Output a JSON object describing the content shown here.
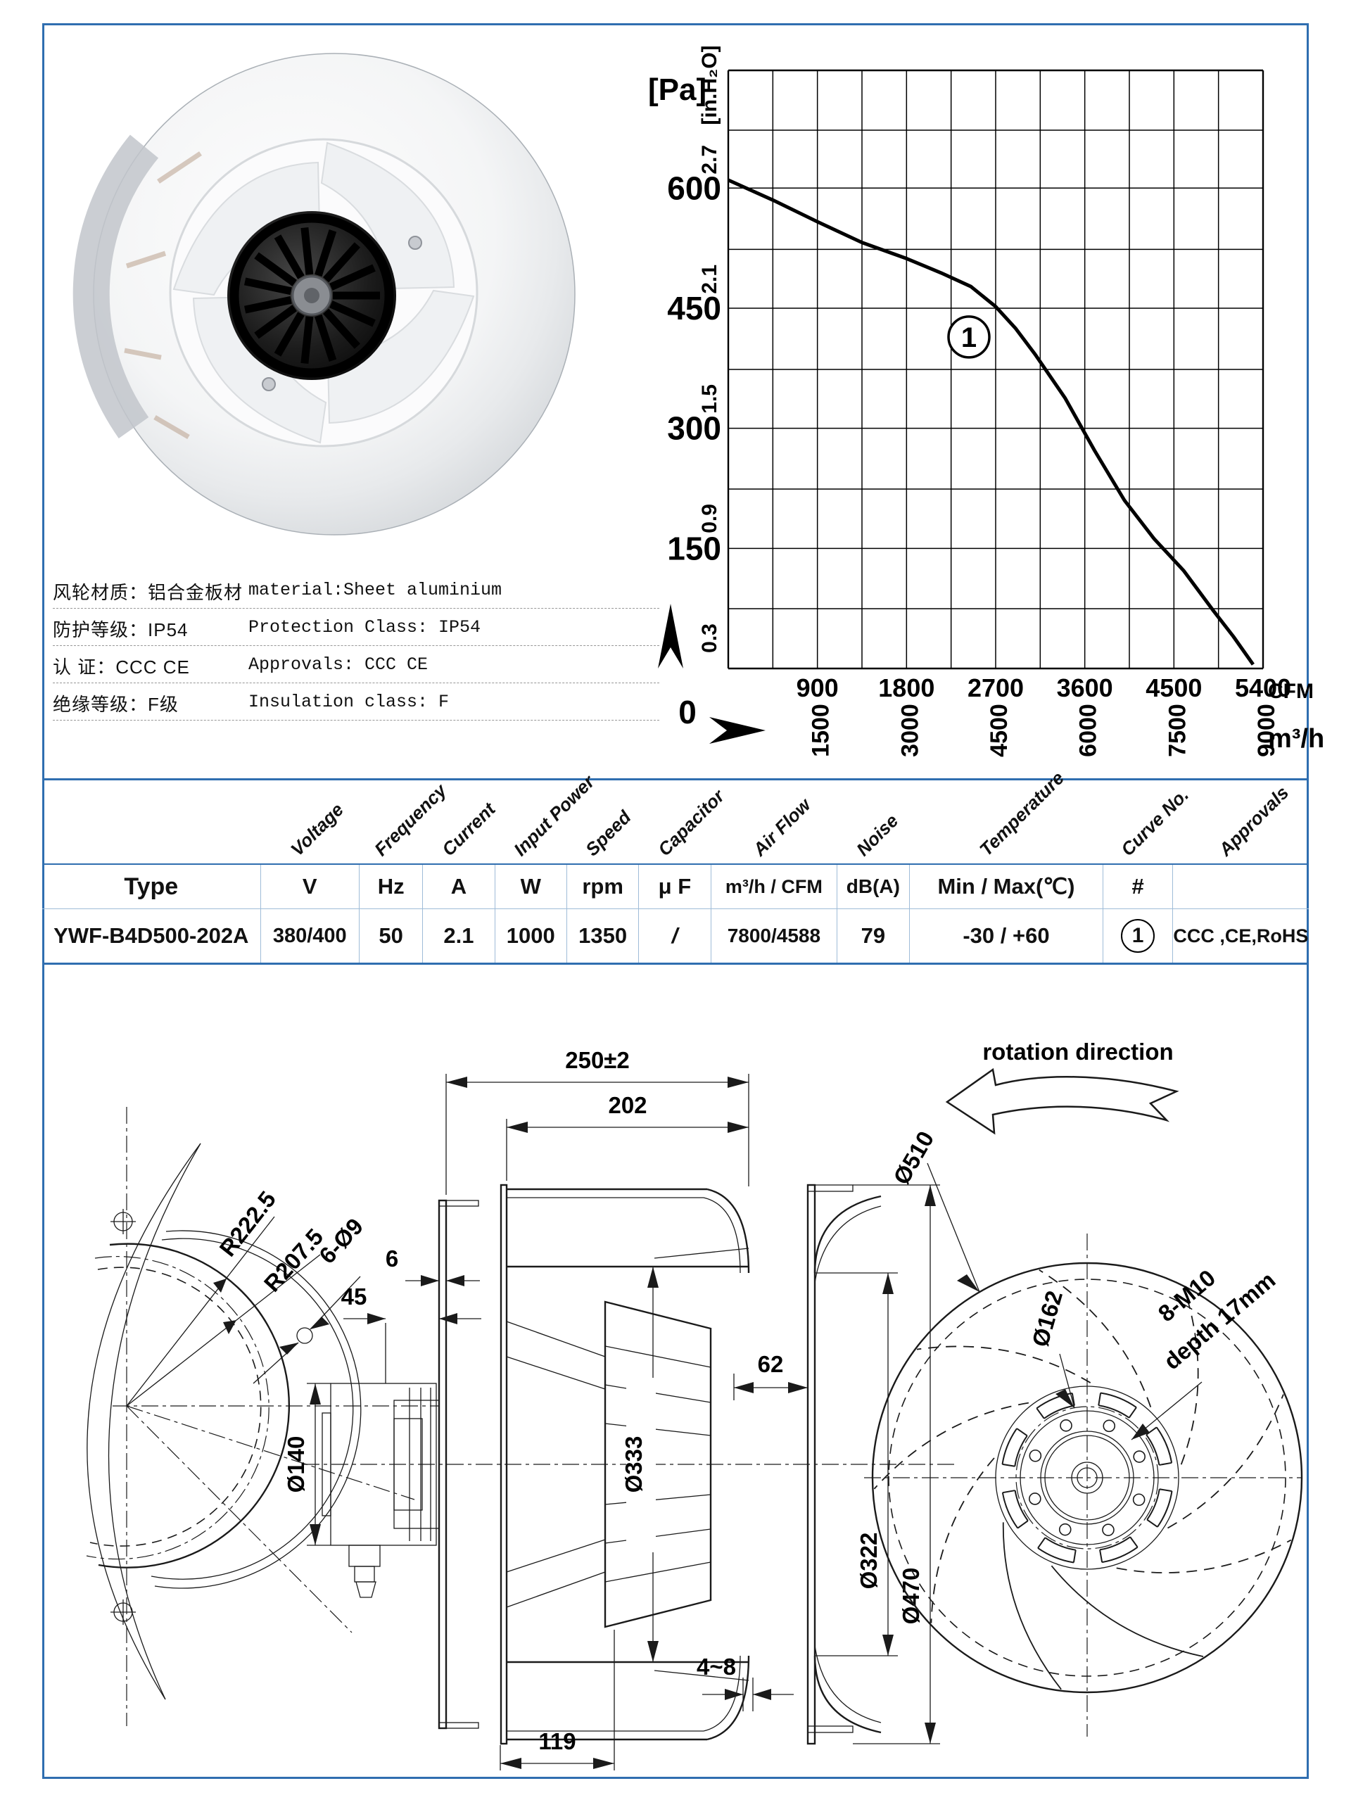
{
  "page": {
    "border_color": "#2f6eb0"
  },
  "photo": {
    "name": "centrifugal-fan-impeller-photo"
  },
  "specs": {
    "rows": [
      {
        "zh": "风轮材质：铝合金板材",
        "en": "material:Sheet aluminium"
      },
      {
        "zh": "防护等级：IP54",
        "en": "Protection Class: IP54"
      },
      {
        "zh": "认    证：CCC CE",
        "en": "Approvals: CCC  CE"
      },
      {
        "zh": "绝缘等级：F级",
        "en": "Insulation class: F"
      }
    ]
  },
  "chart_data": {
    "type": "line",
    "title": "",
    "y_left_label": "[Pa]",
    "y_right_label": "[in.H₂O]",
    "x_unit_cfm": "CFM",
    "x_unit_m3h": "m³/h",
    "zero_label": "0",
    "pa_ticks": [
      600,
      450,
      300,
      150
    ],
    "inh2o_ticks": [
      2.7,
      2.1,
      1.5,
      0.9,
      0.3
    ],
    "cfm_ticks": [
      900,
      1800,
      2700,
      3600,
      4500,
      5400
    ],
    "m3h_ticks": [
      1500,
      3000,
      4500,
      6000,
      7500,
      9000
    ],
    "xlim_cfm": [
      0,
      5400
    ],
    "ylim_pa": [
      0,
      747
    ],
    "h_gridlines_pa": [
      0,
      74.7,
      150,
      224.1,
      300,
      373.5,
      450,
      523.4,
      600,
      672.3,
      747
    ],
    "x_grid_step_cfm": 450,
    "grid": true,
    "series": [
      {
        "name": "curve-1",
        "points_cfm_pa": [
          [
            0,
            610
          ],
          [
            450,
            585
          ],
          [
            900,
            558
          ],
          [
            1350,
            532
          ],
          [
            1800,
            512
          ],
          [
            2150,
            494
          ],
          [
            2450,
            477
          ],
          [
            2700,
            452
          ],
          [
            2900,
            425
          ],
          [
            3100,
            392
          ],
          [
            3400,
            338
          ],
          [
            3700,
            272
          ],
          [
            4000,
            210
          ],
          [
            4300,
            162
          ],
          [
            4600,
            122
          ],
          [
            4900,
            72
          ],
          [
            5100,
            40
          ],
          [
            5300,
            5
          ]
        ]
      }
    ],
    "marker": {
      "label": "1",
      "cfm": 2430,
      "pa": 414
    }
  },
  "table": {
    "headers": [
      "Voltage",
      "Frequency",
      "Current",
      "Input Power",
      "Speed",
      "Capacitor",
      "Air Flow",
      "Noise",
      "Temperature",
      "Curve No.",
      "Approvals"
    ],
    "units": [
      "Type",
      "V",
      "Hz",
      "A",
      "W",
      "rpm",
      "μ F",
      "m³/h / CFM",
      "dB(A)",
      "Min / Max(℃)",
      "#",
      ""
    ],
    "row": {
      "type": "YWF-B4D500-202A",
      "voltage": "380/400",
      "frequency": "50",
      "current": "2.1",
      "input_power": "1000",
      "speed": "1350",
      "capacitor": "/",
      "air_flow": "7800/4588",
      "noise": "79",
      "temperature": "-30 / +60",
      "curve_no": "1",
      "approvals": "CCC ,CE,RoHS"
    }
  },
  "drawings": {
    "left": {
      "radius_outer": "R222.5",
      "radius_bolt": "R207.5",
      "holes": "6-Ø9"
    },
    "middle": {
      "overall_depth": "250±2",
      "impeller_depth": "202",
      "plate_thickness": "6",
      "motor_offset": "45",
      "motor_dia": "Ø140",
      "blade_dia": "Ø333",
      "inlet_gap": "62",
      "inlet_dia": "Ø322",
      "outer_dia": "Ø470",
      "clearance": "4~8",
      "motor_length": "119"
    },
    "right": {
      "title": "rotation direction",
      "outer_dia": "Ø510",
      "hub_dia": "Ø162",
      "bolts": "8-M10",
      "bolt_depth": "depth 17mm"
    }
  }
}
